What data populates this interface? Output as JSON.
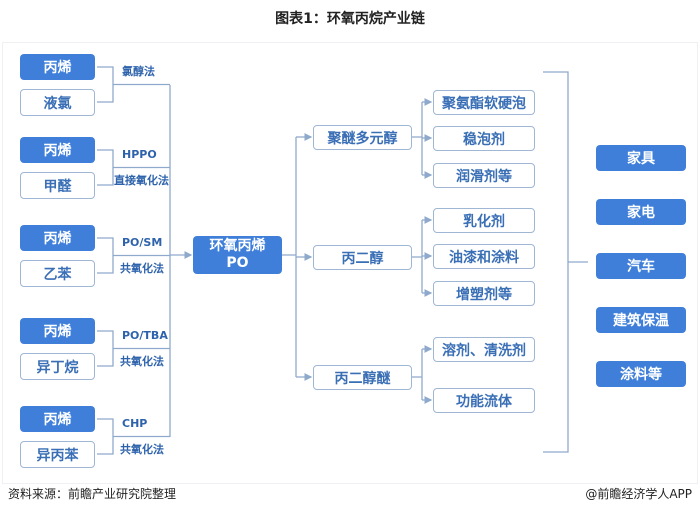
{
  "title": "图表1：环氧丙烷产业链",
  "raw_materials": [
    {
      "a": "丙烯",
      "b": "液氯",
      "label1": "",
      "label2": "氯醇法"
    },
    {
      "a": "丙烯",
      "b": "甲醛",
      "label1": "HPPO",
      "label2": "直接氧化法"
    },
    {
      "a": "丙烯",
      "b": "乙苯",
      "label1": "PO/SM",
      "label2": "共氧化法"
    },
    {
      "a": "丙烯",
      "b": "异丁烷",
      "label1": "PO/TBA",
      "label2": "共氧化法"
    },
    {
      "a": "丙烯",
      "b": "异丙苯",
      "label1": "CHP",
      "label2": "共氧化法"
    }
  ],
  "center": "环氧丙烯\nPO",
  "center_line1": "环氧丙烯",
  "center_line2": "PO",
  "intermediates": [
    "聚醚多元醇",
    "丙二醇",
    "丙二醇醚"
  ],
  "products": [
    "聚氨酯软硬泡",
    "稳泡剂",
    "润滑剂等",
    "乳化剂",
    "油漆和涂料",
    "增塑剂等",
    "溶剂、清洗剂",
    "功能流体"
  ],
  "applications": [
    "家具",
    "家电",
    "汽车",
    "建筑保温",
    "涂料等"
  ],
  "footer": {
    "source": "资料来源：前瞻产业研究院整理",
    "brand": "@前瞻经济学人APP"
  },
  "colors": {
    "accent": "#3f7fd9",
    "line": "#8fa9cc"
  }
}
